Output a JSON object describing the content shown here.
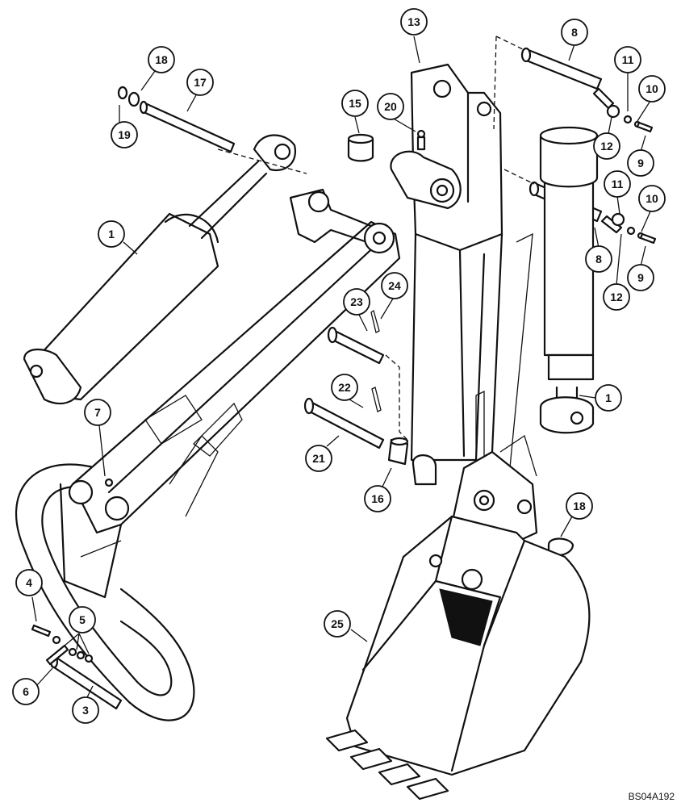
{
  "drawing_code": "BS04A192",
  "callouts": [
    {
      "label": "13"
    },
    {
      "label": "8"
    },
    {
      "label": "18"
    },
    {
      "label": "17"
    },
    {
      "label": "19"
    },
    {
      "label": "15"
    },
    {
      "label": "20"
    },
    {
      "label": "11"
    },
    {
      "label": "10"
    },
    {
      "label": "12"
    },
    {
      "label": "9"
    },
    {
      "label": "1"
    },
    {
      "label": "11"
    },
    {
      "label": "10"
    },
    {
      "label": "8"
    },
    {
      "label": "9"
    },
    {
      "label": "12"
    },
    {
      "label": "24"
    },
    {
      "label": "23"
    },
    {
      "label": "1"
    },
    {
      "label": "22"
    },
    {
      "label": "7"
    },
    {
      "label": "21"
    },
    {
      "label": "16"
    },
    {
      "label": "18"
    },
    {
      "label": "4"
    },
    {
      "label": "5"
    },
    {
      "label": "25"
    },
    {
      "label": "6"
    },
    {
      "label": "3"
    }
  ]
}
